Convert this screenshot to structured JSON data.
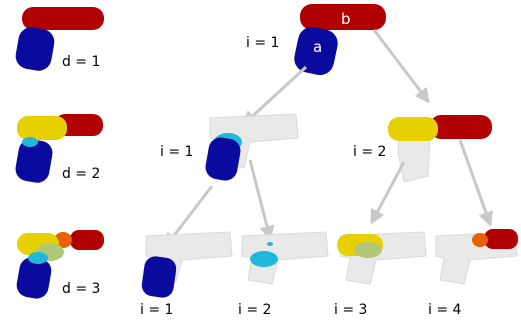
{
  "depth_labels": [
    "d = 1",
    "d = 2",
    "d = 3"
  ],
  "root": {
    "label": "i = 1",
    "part_a": "a",
    "part_b": "b"
  },
  "level2_labels": [
    "i = 1",
    "i = 2"
  ],
  "level3_labels": [
    "i = 1",
    "i = 2",
    "i = 3",
    "i = 4"
  ],
  "colors": {
    "red": "#b00000",
    "blue": "#0a0a9e",
    "yellow": "#e6d000",
    "cyan": "#1fb8d8",
    "orange": "#e86000",
    "green": "#b0c878",
    "body": "#e9e9e9",
    "arrow": "#c8c8c8"
  }
}
